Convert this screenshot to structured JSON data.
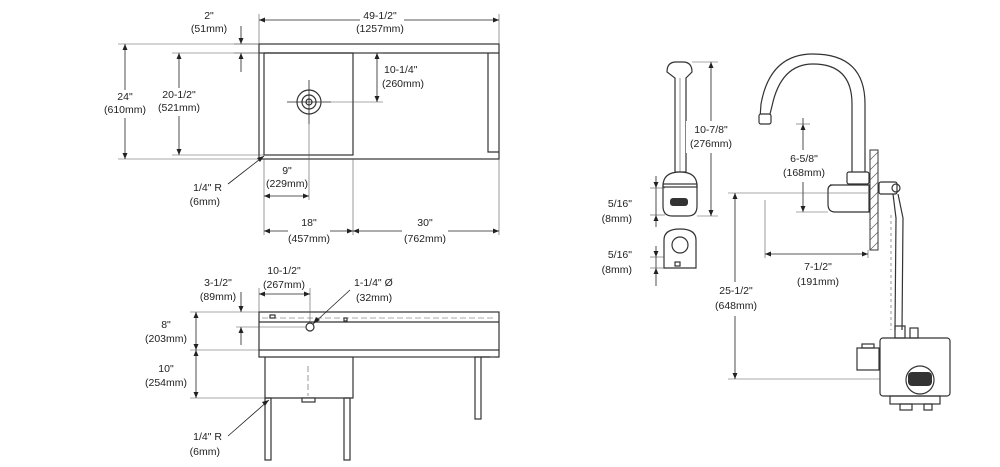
{
  "top_view": {
    "overall_width": {
      "in": "49-1/2\"",
      "mm": "(1257mm)"
    },
    "flange": {
      "in": "2\"",
      "mm": "(51mm)"
    },
    "overall_depth": {
      "in": "24\"",
      "mm": "(610mm)"
    },
    "bowl_depth": {
      "in": "20-1/2\"",
      "mm": "(521mm)"
    },
    "drain_offset": {
      "in": "10-1/4\"",
      "mm": "(260mm)"
    },
    "drain_from_side": {
      "in": "9\"",
      "mm": "(229mm)"
    },
    "corner_radius": {
      "in": "1/4\" R",
      "mm": "(6mm)"
    },
    "bowl_width": {
      "in": "18\"",
      "mm": "(457mm)"
    },
    "drainboard_width": {
      "in": "30\"",
      "mm": "(762mm)"
    }
  },
  "front_view": {
    "outlet_offset": {
      "in": "3-1/2\"",
      "mm": "(89mm)"
    },
    "outlet_from_side": {
      "in": "10-1/2\"",
      "mm": "(267mm)"
    },
    "outlet_diameter": {
      "in": "1-1/4\" Ø",
      "mm": "(32mm)"
    },
    "backsplash_height": {
      "in": "8\"",
      "mm": "(203mm)"
    },
    "bowl_height": {
      "in": "10\"",
      "mm": "(254mm)"
    },
    "corner_radius": {
      "in": "1/4\" R",
      "mm": "(6mm)"
    }
  },
  "faucet_front": {
    "height": {
      "in": "10-7/8\"",
      "mm": "(276mm)"
    },
    "sensor_depth": {
      "in": "5/16\"",
      "mm": "(8mm)"
    },
    "ring_depth": {
      "in": "5/16\"",
      "mm": "(8mm)"
    }
  },
  "faucet_side": {
    "spout_height": {
      "in": "6-5/8\"",
      "mm": "(168mm)"
    },
    "spout_reach": {
      "in": "7-1/2\"",
      "mm": "(191mm)"
    },
    "mount_height": {
      "in": "25-1/2\"",
      "mm": "(648mm)"
    }
  }
}
